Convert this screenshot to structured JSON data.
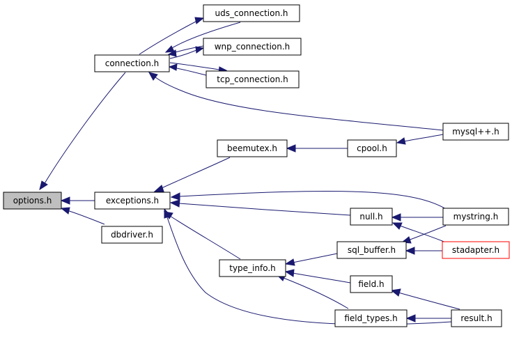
{
  "graph": {
    "colors": {
      "edge": "#191970",
      "node_border": "#000000",
      "highlight_fill": "#bfbfbf",
      "external_border": "#ff0000"
    },
    "nodes": {
      "options": "options.h",
      "connection": "connection.h",
      "exceptions": "exceptions.h",
      "dbdriver": "dbdriver.h",
      "uds_connection": "uds_connection.h",
      "wnp_connection": "wnp_connection.h",
      "tcp_connection": "tcp_connection.h",
      "beemutex": "beemutex.h",
      "cpool": "cpool.h",
      "mysqlpp": "mysql++.h",
      "null": "null.h",
      "mystring": "mystring.h",
      "sql_buffer": "sql_buffer.h",
      "stadapter": "stadapter.h",
      "type_info": "type_info.h",
      "field": "field.h",
      "field_types": "field_types.h",
      "result": "result.h"
    }
  }
}
